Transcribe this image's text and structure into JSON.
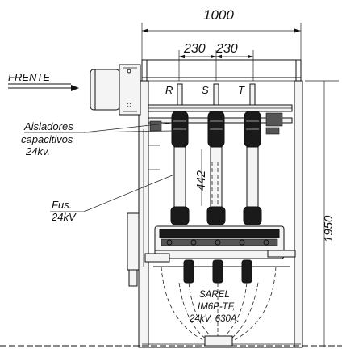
{
  "dimensions": {
    "overall_width": "1000",
    "phase_spacing_left": "230",
    "phase_spacing_right": "230",
    "fuse_length": "442",
    "height": "1950"
  },
  "phases": [
    "R",
    "S",
    "T"
  ],
  "labels": {
    "front": "FRENTE",
    "insulators_line1": "Aisladores",
    "insulators_line2": "capacitivos",
    "insulators_line3": "24kv.",
    "fuse_line1": "Fus.",
    "fuse_line2": "24kV",
    "switch_line1": "SAREL",
    "switch_line2": "IM6P-TF,",
    "switch_line3": "24kV, 630A."
  }
}
